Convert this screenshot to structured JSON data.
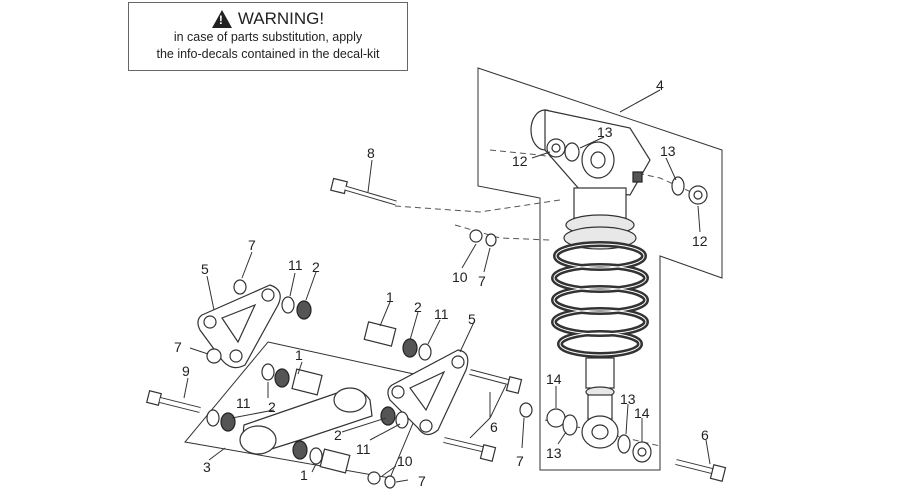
{
  "warning": {
    "title": "WARNING!",
    "icon": "warning-triangle-icon",
    "line1": "in case of parts substitution, apply",
    "line2": "the info-decals contained in the decal-kit"
  },
  "callouts": {
    "c1a": "1",
    "c1b": "1",
    "c1c": "1",
    "c2a": "2",
    "c2b": "2",
    "c2c": "2",
    "c2d": "2",
    "c3": "3",
    "c4": "4",
    "c5a": "5",
    "c5b": "5",
    "c6a": "6",
    "c6b": "6",
    "c7a": "7",
    "c7b": "7",
    "c7c": "7",
    "c7d": "7",
    "c7e": "7",
    "c8": "8",
    "c9": "9",
    "c10a": "10",
    "c10b": "10",
    "c11a": "11",
    "c11b": "11",
    "c11c": "11",
    "c11d": "11",
    "c12a": "12",
    "c12b": "12",
    "c13a": "13",
    "c13b": "13",
    "c13c": "13",
    "c13d": "13",
    "c14a": "14",
    "c14b": "14"
  }
}
